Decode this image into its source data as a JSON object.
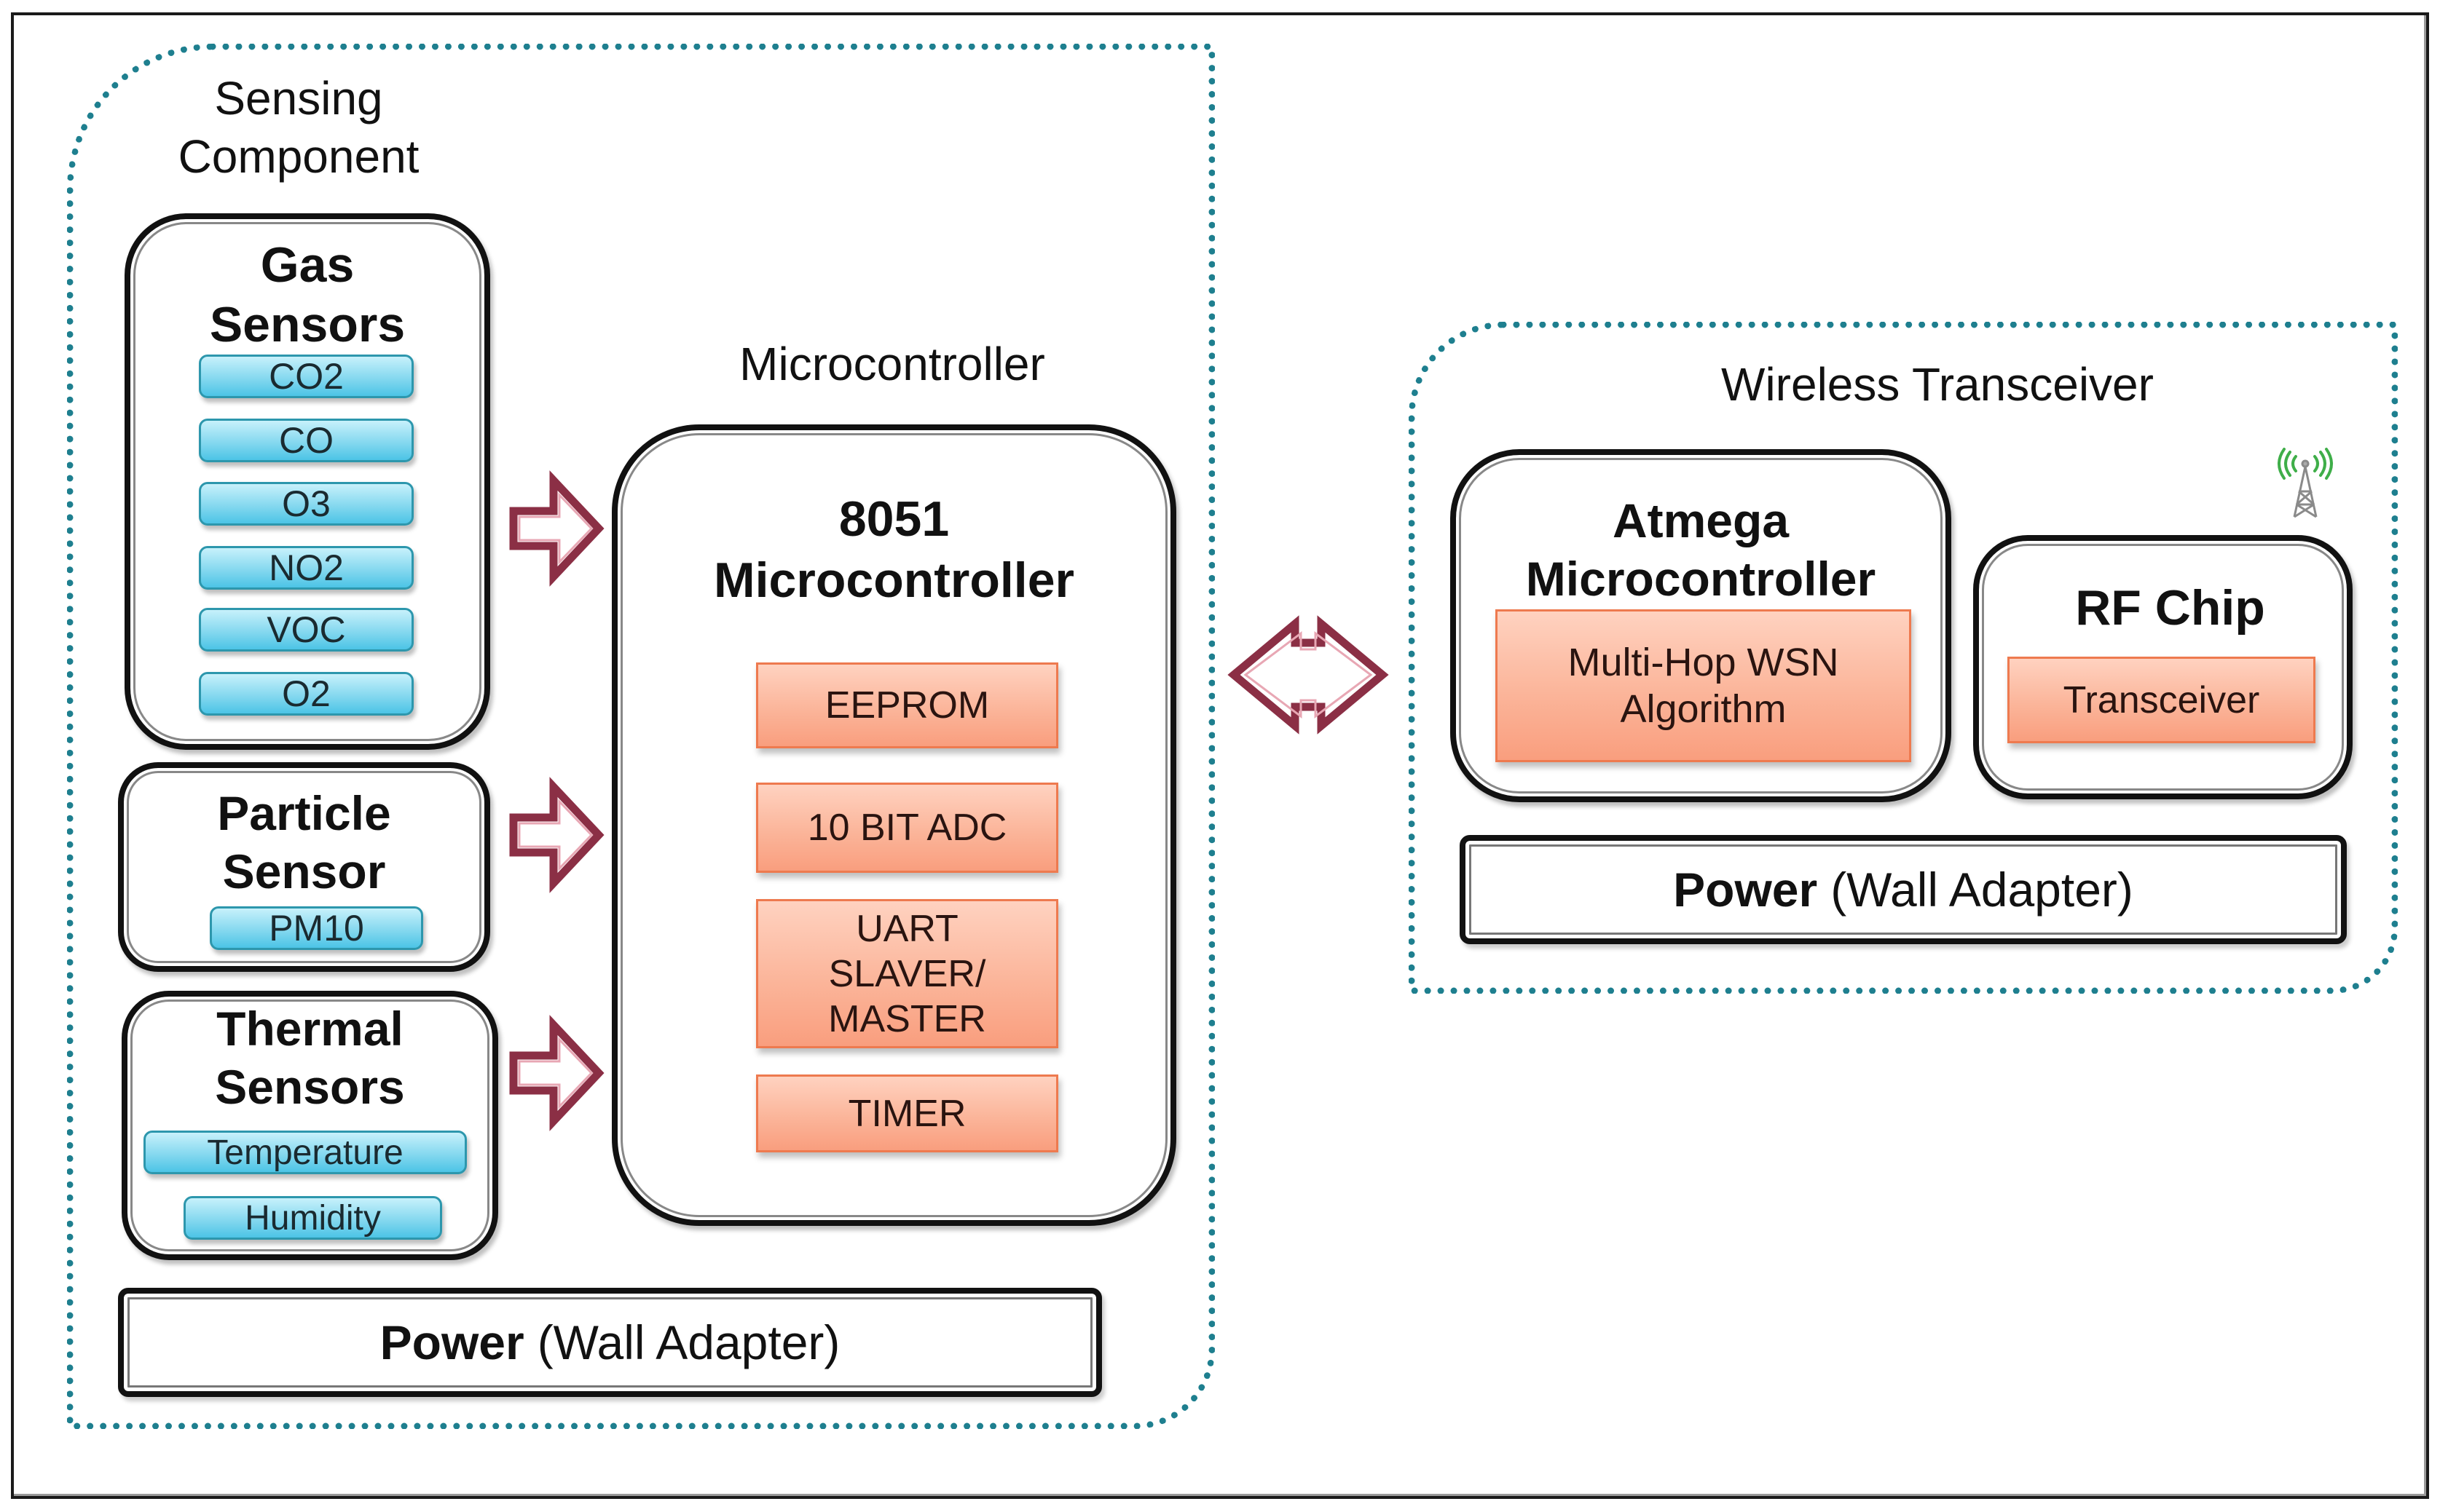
{
  "diagram": {
    "sensing_component": {
      "title_line1": "Sensing",
      "title_line2": "Component",
      "gas_sensors": {
        "title_line1": "Gas",
        "title_line2": "Sensors",
        "items": [
          "CO2",
          "CO",
          "O3",
          "NO2",
          "VOC",
          "O2"
        ]
      },
      "particle_sensor": {
        "title_line1": "Particle",
        "title_line2": "Sensor",
        "items": [
          "PM10"
        ]
      },
      "thermal_sensors": {
        "title_line1": "Thermal",
        "title_line2": "Sensors",
        "items": [
          "Temperature",
          "Humidity"
        ]
      },
      "power": {
        "bold": "Power",
        "rest": "(Wall Adapter)"
      }
    },
    "microcontroller": {
      "label": "Microcontroller",
      "title_line1": "8051",
      "title_line2": "Microcontroller",
      "modules": [
        {
          "line1": "EEPROM"
        },
        {
          "line1": "10 BIT ADC"
        },
        {
          "line1": "UART",
          "line2": "SLAVER/",
          "line3": "MASTER"
        },
        {
          "line1": "TIMER"
        }
      ]
    },
    "wireless_transceiver": {
      "title": "Wireless Transceiver",
      "atmega": {
        "title_line1": "Atmega",
        "title_line2": "Microcontroller",
        "module_line1": "Multi-Hop WSN",
        "module_line2": "Algorithm"
      },
      "rf_chip": {
        "title": "RF Chip",
        "module": "Transceiver",
        "icon": "antenna-tower-icon"
      },
      "power": {
        "bold": "Power",
        "rest": "(Wall Adapter)"
      }
    },
    "connectors": {
      "sensor_arrows": [
        "gas-to-mcu",
        "particle-to-mcu",
        "thermal-to-mcu"
      ],
      "bidirectional": "mcu-to-wireless"
    },
    "colors": {
      "dotted_border": "#1e7f8f",
      "sensor_chip": "#7fd6ee",
      "module_chip": "#fbb59a",
      "arrow": "#8b2f45",
      "antenna_waves": "#3fae49"
    }
  }
}
